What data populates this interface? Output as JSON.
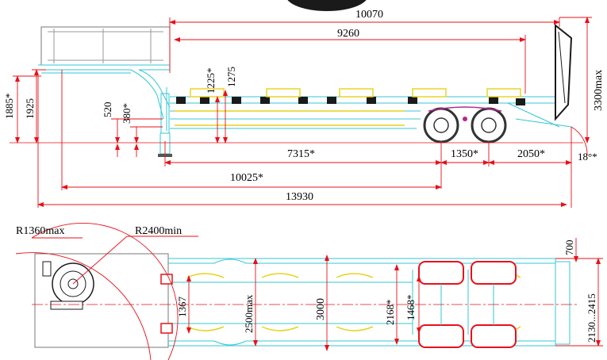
{
  "colors": {
    "dimension": "#e8101a",
    "outline": "#34c7d6",
    "accent_yellow": "#e6d21a",
    "wheels": "#b5268c",
    "body_dark": "#1a1a1a",
    "text": "#000000"
  },
  "side_view": {
    "dimensions": {
      "top_overall": "10070",
      "deck_length": "9260",
      "height_max": "3300max",
      "gooseneck_1885": "1885*",
      "gooseneck_1925": "1925",
      "height_1225": "1225*",
      "height_1275": "1275",
      "height_520": "520",
      "height_380": "380*",
      "length_7315": "7315*",
      "axle_spacing": "1350*",
      "rear_overhang": "2050*",
      "ramp_angle": "18°*",
      "length_10025": "10025*",
      "overall_length": "13930"
    }
  },
  "top_view": {
    "dimensions": {
      "radius_front": "R1360max",
      "radius_turn": "R2400min",
      "width_1367": "1367",
      "width_2500": "2500max",
      "width_3000": "3000",
      "width_2168": "2168*",
      "width_1468": "1468*",
      "ramp_700": "700",
      "ramp_width": "2130...2415"
    }
  }
}
